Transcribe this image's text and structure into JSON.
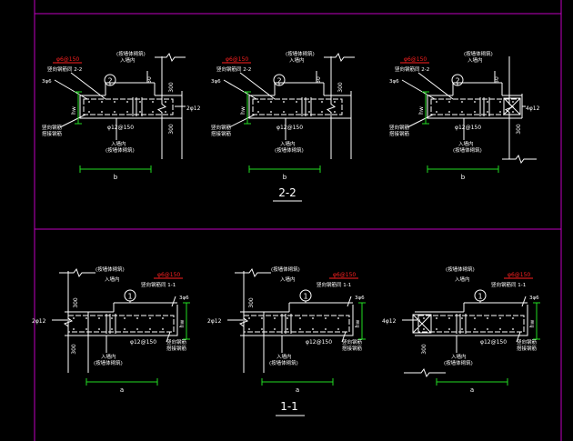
{
  "colors": {
    "background": "#000000",
    "frame": "#c000c0",
    "drawing": "#ffffff",
    "dimension": "#22dd22",
    "note_red": "#ff2020",
    "section_title": "#ffffff"
  },
  "sections": {
    "top": {
      "title": "2-2",
      "dim_label": "b",
      "details": [
        {
          "wall_note": "(按墙体砌筑)",
          "wall_note2": "入墙内",
          "red_note": "φ6@150",
          "side_note": "竖向钢筋同 2-2",
          "bar_note": "3φ6",
          "num": "2",
          "tie_note": "2φ12",
          "bottom_bar": "φ12@150",
          "bottom_note1": "入墙内",
          "bottom_note2": "(按墙体砌筑)",
          "left_note1": "竖向钢筋",
          "left_note2": "搭接钢筋",
          "dim_v": "hw",
          "dim_50": "50",
          "dim_300a": "300",
          "dim_300b": "300"
        },
        {
          "wall_note": "(按墙体砌筑)",
          "wall_note2": "入墙内",
          "red_note": "φ6@150",
          "side_note": "竖向钢筋同 2-2",
          "bar_note": "3φ6",
          "num": "2",
          "tie_note": "",
          "bottom_bar": "φ12@150",
          "bottom_note1": "入墙内",
          "bottom_note2": "(按墙体砌筑)",
          "left_note1": "竖向钢筋",
          "left_note2": "搭接钢筋",
          "dim_v": "hw",
          "dim_50": "50",
          "dim_300a": "300",
          "dim_300b": ""
        },
        {
          "wall_note": "(按墙体砌筑)",
          "wall_note2": "入墙内",
          "red_note": "φ6@150",
          "side_note": "竖向钢筋同 2-2",
          "bar_note": "3φ6",
          "num": "2",
          "tie_note": "4φ12",
          "bottom_bar": "φ12@150",
          "bottom_note1": "入墙内",
          "bottom_note2": "(按墙体砌筑)",
          "left_note1": "竖向钢筋",
          "left_note2": "搭接钢筋",
          "dim_v": "hw",
          "dim_50": "50",
          "dim_300a": "",
          "dim_300b": "300"
        }
      ]
    },
    "bottom": {
      "title": "1-1",
      "dim_label": "a",
      "details": [
        {
          "wall_note": "(按墙体砌筑)",
          "wall_note2": "入墙内",
          "red_note": "φ6@150",
          "side_note": "竖向钢筋同 1-1",
          "bar_note": "3φ6",
          "num": "1",
          "tie_note": "2φ12",
          "bottom_bar": "φ12@150",
          "bottom_note1": "入墙内",
          "bottom_note2": "(按墙体砌筑)",
          "right_note1": "竖向钢筋",
          "right_note2": "搭接钢筋",
          "dim_v": "hw",
          "dim_300a": "300",
          "dim_300b": "300"
        },
        {
          "wall_note": "(按墙体砌筑)",
          "wall_note2": "入墙内",
          "red_note": "φ6@150",
          "side_note": "竖向钢筋同 1-1",
          "bar_note": "3φ6",
          "num": "1",
          "tie_note": "2φ12",
          "bottom_bar": "φ12@150",
          "bottom_note1": "入墙内",
          "bottom_note2": "(按墙体砌筑)",
          "right_note1": "竖向钢筋",
          "right_note2": "搭接钢筋",
          "dim_v": "hw",
          "dim_300a": "300",
          "dim_300b": ""
        },
        {
          "wall_note": "(按墙体砌筑)",
          "wall_note2": "入墙内",
          "red_note": "φ6@150",
          "side_note": "竖向钢筋同 1-1",
          "bar_note": "3φ6",
          "num": "1",
          "tie_note": "4φ12",
          "bottom_bar": "φ12@150",
          "bottom_note1": "入墙内",
          "bottom_note2": "(按墙体砌筑)",
          "right_note1": "竖向钢筋",
          "right_note2": "搭接钢筋",
          "dim_v": "hw",
          "dim_300a": "",
          "dim_300b": "300"
        }
      ]
    }
  }
}
